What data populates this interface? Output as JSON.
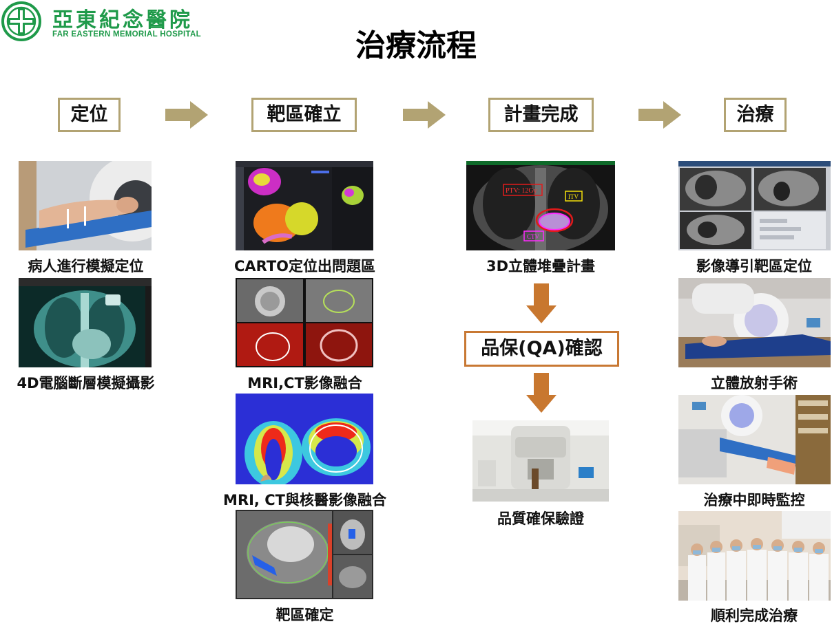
{
  "logo": {
    "name_cn": "亞東紀念醫院",
    "name_en": "FAR EASTERN MEMORIAL HOSPITAL"
  },
  "title": "治療流程",
  "stages": [
    {
      "label": "定位"
    },
    {
      "label": "靶區確立"
    },
    {
      "label": "計畫完成"
    },
    {
      "label": "治療"
    }
  ],
  "columns": {
    "positioning": [
      "病人進行模擬定位",
      "4D電腦斷層模擬攝影"
    ],
    "target": [
      "CARTO定位出問題區",
      "MRI,CT影像融合",
      "MRI, CT與核醫影像融合",
      "靶區確定"
    ],
    "plan": {
      "top": "3D立體堆疊計畫",
      "qa_box": "品保(QA)確認",
      "bottom": "品質確保驗證"
    },
    "treatment": [
      "影像導引靶區定位",
      "立體放射手術",
      "治療中即時監控",
      "順利完成治療"
    ]
  },
  "image_labels": {
    "ptv": "PTV: 12Gy",
    "itv": "ITV",
    "ctv": "CTV"
  },
  "colors": {
    "stage_border": "#b2a373",
    "flow_arrow": "#b2a373",
    "qa_border": "#c87833",
    "qa_arrow": "#c8772f",
    "logo_green": "#1f9a4a"
  }
}
